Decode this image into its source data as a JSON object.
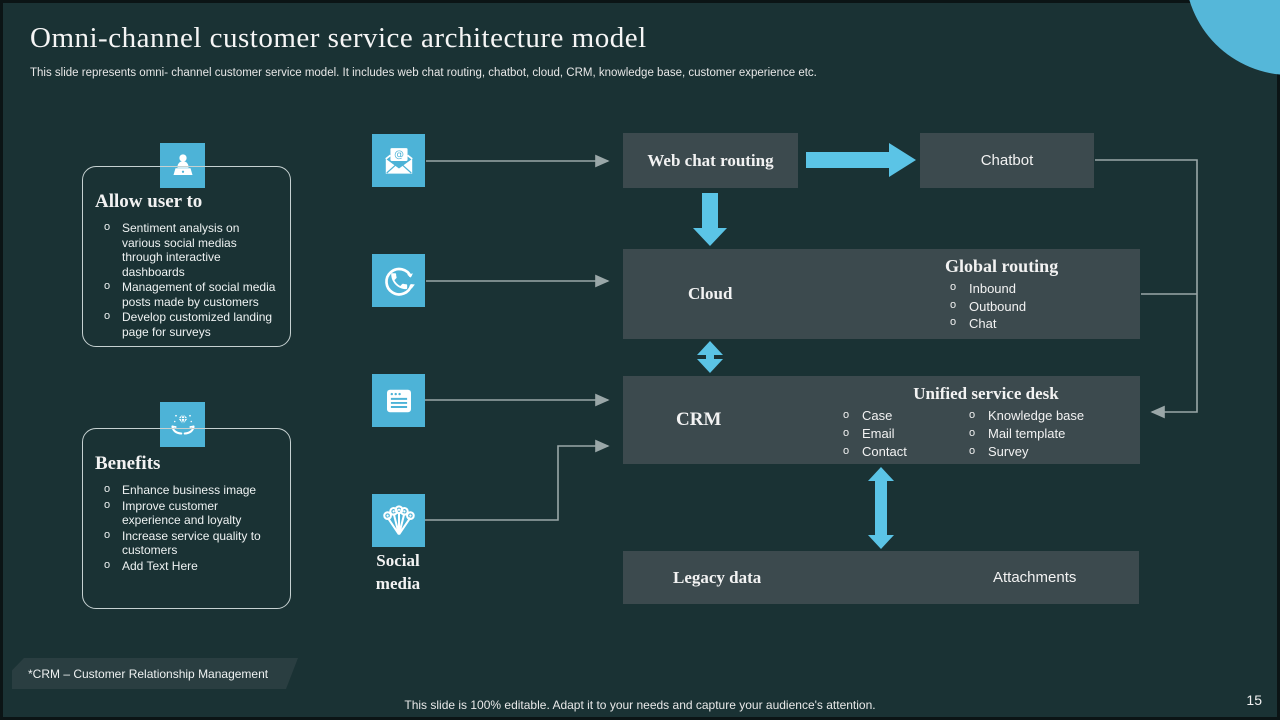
{
  "colors": {
    "background": "#1a3234",
    "box_fill": "#3c4a4e",
    "accent_blue": "#4db3d7",
    "arrow_blue": "#5bc4e6",
    "connector_gray": "#9aa7a8",
    "panel_border": "#c6d1d1",
    "text": "#f2f2f2"
  },
  "header": {
    "title": "Omni-channel customer service architecture model",
    "subtitle": "This slide represents  omni- channel customer service model. It includes web chat routing, chatbot, cloud, CRM,  knowledge base, customer experience etc."
  },
  "panels": {
    "allow_user": {
      "icon": "user-at-laptop-icon",
      "title": "Allow user to",
      "bullets": [
        "Sentiment analysis on various social medias through interactive dashboards",
        "Management of social media posts made by customers",
        "Develop customized landing page for surveys"
      ]
    },
    "benefits": {
      "icon": "hands-holding-diamond-icon",
      "title": "Benefits",
      "bullets": [
        "Enhance business image",
        "Improve customer experience and loyalty",
        "Increase service quality to customers",
        "Add Text Here"
      ]
    }
  },
  "channels": {
    "email": {
      "icon": "email-icon"
    },
    "phone": {
      "icon": "phone-routing-icon"
    },
    "list": {
      "icon": "list-form-icon"
    },
    "social": {
      "icon": "social-media-icon",
      "label": "Social media"
    }
  },
  "diagram": {
    "web_chat_routing": {
      "label": "Web chat routing"
    },
    "chatbot": {
      "label": "Chatbot"
    },
    "cloud": {
      "label": "Cloud"
    },
    "global_routing": {
      "title": "Global routing",
      "bullets": [
        "Inbound",
        "Outbound",
        "Chat"
      ]
    },
    "crm": {
      "label": "CRM"
    },
    "unified_service_desk": {
      "title": "Unified service desk",
      "left_bullets": [
        "Case",
        "Email",
        "Contact"
      ],
      "right_bullets": [
        "Knowledge base",
        "Mail template",
        "Survey"
      ]
    },
    "legacy_data": {
      "label": "Legacy data"
    },
    "attachments": {
      "label": "Attachments"
    }
  },
  "footer": {
    "crm_note": "*CRM – Customer Relationship Management",
    "editable_note": "This slide is 100% editable. Adapt it to your needs and capture your audience's attention.",
    "page_number": "15"
  }
}
